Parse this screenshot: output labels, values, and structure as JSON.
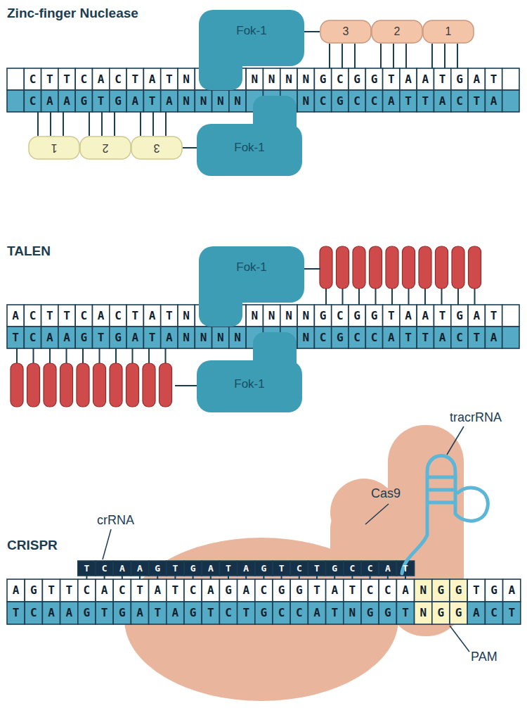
{
  "diagram": {
    "nodes": [
      {
        "text": [
          "Fok-1"
        ]
      },
      {
        "text": [
          "3"
        ]
      },
      {
        "text": [
          "2"
        ]
      },
      {
        "text": [
          "1"
        ]
      },
      {
        "text": [
          "1"
        ]
      },
      {
        "text": [
          "2"
        ]
      },
      {
        "text": [
          "3"
        ]
      },
      {
        "text": [
          "Fok-1"
        ]
      },
      {
        "text": [
          "Fok-1"
        ]
      },
      {
        "text": [
          "Fok-1"
        ]
      }
    ],
    "edges": [
      {
        "from": 0,
        "to": 1,
        "arrow": "none"
      },
      {
        "from": 6,
        "to": 7,
        "arrow": "none"
      }
    ],
    "labels": [
      "Zinc-finger Nuclease",
      "CTTCACTATN",
      "NNNNGCGGTAATGAT",
      "CAAGTGATANNNN",
      "NCGCCATTACTA",
      "TALEN",
      "ACTTCACTATN",
      "NNNNGCGGTAATGAT",
      "TCAAGTGATANNNN",
      "NCGCCATTACTA",
      "CRISPR",
      "crRNA",
      "TCAAGTGATAGTCTGCCAT",
      "Cas9",
      "tracrRNA",
      "AGTTCACTATCAGACGGTATCCANGGTGA",
      "TCAAGTGATAGTCTGCCATNGGTNGGACT",
      "PAM"
    ]
  }
}
